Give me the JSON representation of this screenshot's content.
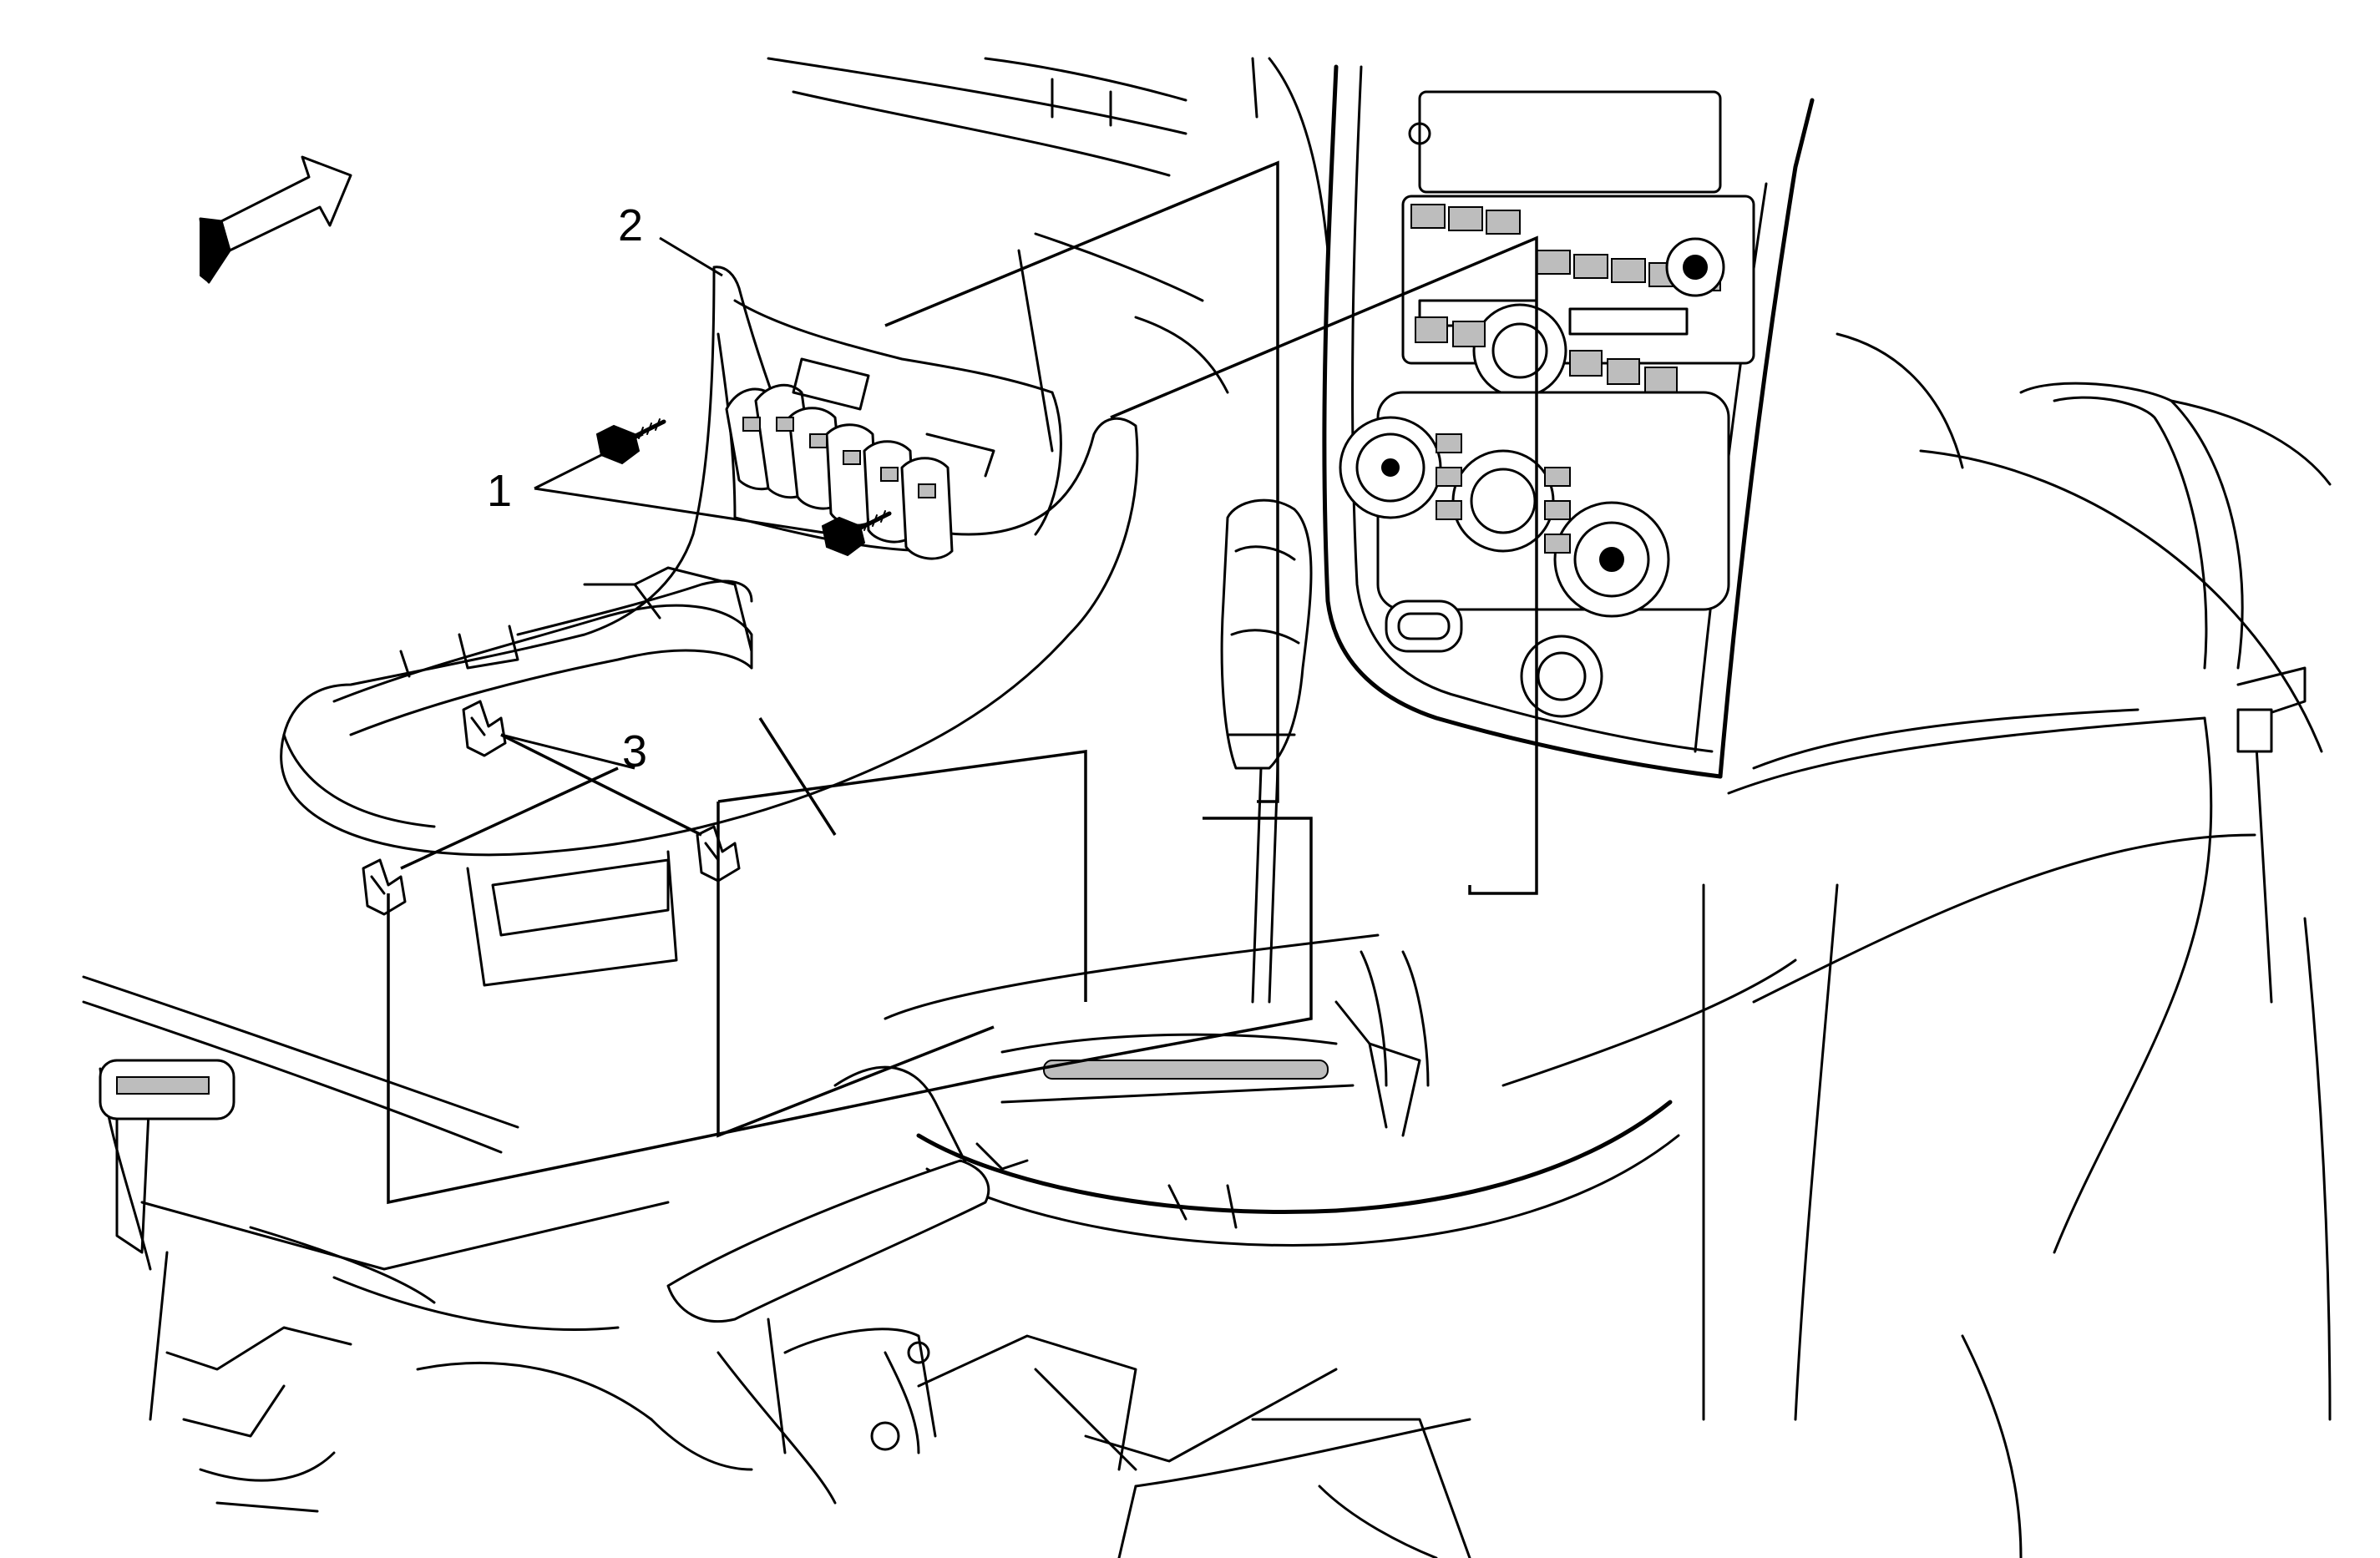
{
  "callouts": [
    {
      "id": "1",
      "label": "1",
      "part": "screw"
    },
    {
      "id": "2",
      "label": "2",
      "part": "trim-plate"
    },
    {
      "id": "3",
      "label": "3",
      "part": "retainer-clip"
    }
  ],
  "icons": {
    "orientation": "forward-arrow-icon"
  },
  "colors": {
    "line": "#000000",
    "background": "#ffffff"
  }
}
